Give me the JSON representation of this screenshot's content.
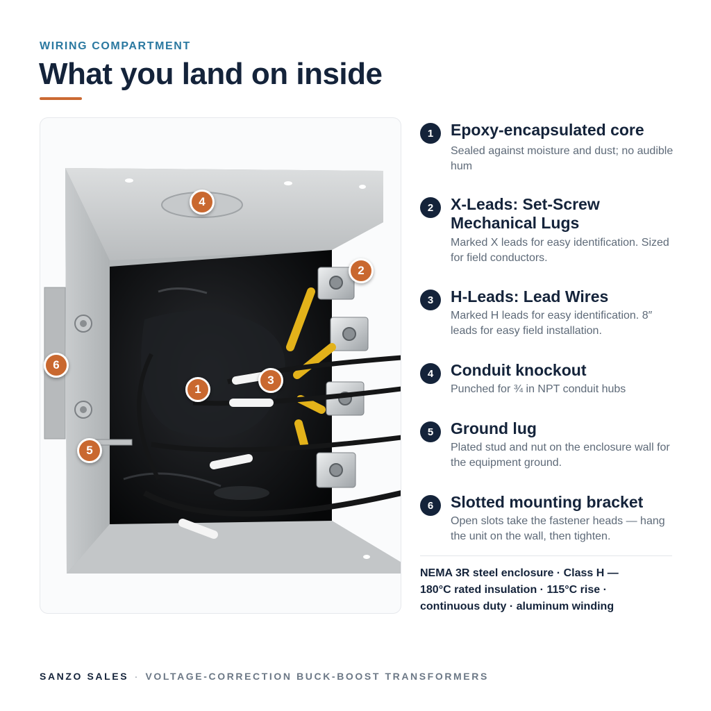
{
  "header": {
    "eyebrow": "WIRING COMPARTMENT",
    "title": "What you land on inside"
  },
  "photo": {
    "badges": [
      "1",
      "2",
      "3",
      "4",
      "5",
      "6"
    ]
  },
  "features": [
    {
      "num": "1",
      "title": "Epoxy-encapsulated core",
      "desc": "Sealed against moisture and dust; no audible hum"
    },
    {
      "num": "2",
      "title": "X-Leads: Set-Screw Mechanical Lugs",
      "desc": "Marked X leads for easy identification. Sized for field conductors."
    },
    {
      "num": "3",
      "title": "H-Leads: Lead Wires",
      "desc": "Marked H leads for easy identification. 8″ leads for easy field installation."
    },
    {
      "num": "4",
      "title": "Conduit knockout",
      "desc": "Punched for ¾ in NPT conduit hubs"
    },
    {
      "num": "5",
      "title": "Ground lug",
      "desc": "Plated stud and nut on the enclosure wall for the equipment ground."
    },
    {
      "num": "6",
      "title": "Slotted mounting bracket",
      "desc": "Open slots take the fastener heads — hang the unit on the wall, then tighten."
    }
  ],
  "specs": "NEMA 3R steel enclosure  ·  Class H — 180°C rated insulation  ·  115°C rise  ·  continuous duty  ·  aluminum winding",
  "footer": {
    "brand": "SANZO SALES",
    "separator": "·",
    "tagline": "VOLTAGE-CORRECTION BUCK-BOOST TRANSFORMERS"
  },
  "colors": {
    "accent": "#c9682f",
    "navy": "#14233a",
    "eyebrow": "#2a78a0"
  }
}
